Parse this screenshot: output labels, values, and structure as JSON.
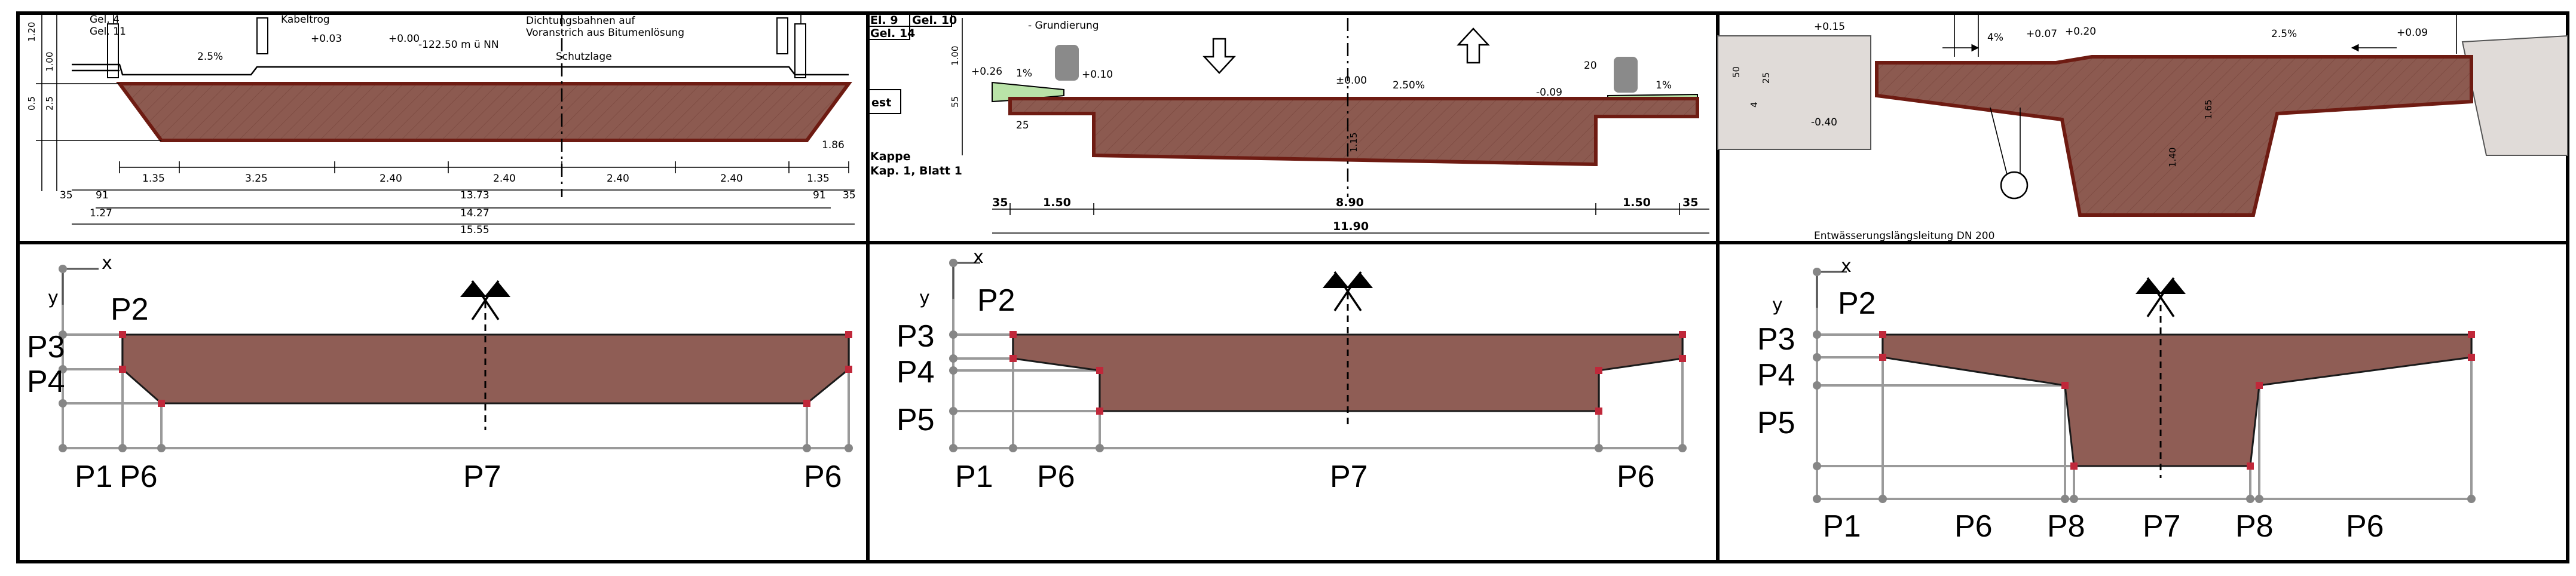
{
  "drawings": {
    "d1": {
      "labels": [
        "Gel. 4",
        "Gel. 11",
        "Kabeltrog",
        "Dichtungsbahnen auf",
        "Voranstrich aus Bitumenlösung",
        "Schutzlage",
        "+0.03",
        "+0.00",
        "-122.50 m ü NN",
        "2.5%",
        "1.20",
        "1.00",
        "0.5",
        "2.5",
        "1.86"
      ],
      "dims": [
        "1.35",
        "3.25",
        "2.40",
        "2.40",
        "2.40",
        "2.40",
        "1.35",
        "35",
        "91",
        "13.73",
        "91",
        "35",
        "1.27",
        "14.27",
        "15.55"
      ]
    },
    "d2": {
      "labels": [
        "El. 9",
        "Gel. 10",
        "Gel. 14",
        "- Grundierung",
        "1.00",
        "+0.26",
        "+0.10",
        "±0.00",
        "2.50%",
        "-0.09",
        "25",
        "55",
        "20",
        "1.15",
        "est",
        "Kappe",
        "Kap. 1, Blatt 1",
        "1%",
        "1%"
      ],
      "dims": [
        "35",
        "1.50",
        "8.90",
        "1.50",
        "35",
        "11.90"
      ]
    },
    "d3": {
      "labels": [
        "+0.15",
        "4%",
        "+0.07",
        "+0.20",
        "2.5%",
        "+0.09",
        "-0.40",
        "50",
        "25",
        "4",
        "Entwässerungslängsleitung DN 200",
        "1.65",
        "1.40"
      ]
    }
  },
  "schematics": [
    {
      "id": "slab",
      "labels": {
        "y": "y",
        "x": "x",
        "p2": "P2",
        "p3": "P3",
        "p4": "P4",
        "b1": "P1",
        "b2": "P6",
        "b3": "P7",
        "b4": "P6"
      }
    },
    {
      "id": "stepped",
      "labels": {
        "y": "y",
        "x": "x",
        "p2": "P2",
        "p3": "P3",
        "p4": "P4",
        "p5": "P5",
        "b1": "P1",
        "b2": "P6",
        "b3": "P7",
        "b4": "P6"
      }
    },
    {
      "id": "tbeam",
      "labels": {
        "y": "y",
        "x": "x",
        "p2": "P2",
        "p3": "P3",
        "p4": "P4",
        "p5": "P5",
        "b1": "P1",
        "b2": "P6",
        "b3": "P8",
        "b4": "P7",
        "b5": "P8",
        "b6": "P6"
      }
    }
  ],
  "colors": {
    "deck_drawing": "#8c5a50",
    "deck_outline": "#6e1b12",
    "deck_schematic": "#8f5d55",
    "vertex_marker": "#c0283a",
    "dimension_grey": "#9a9a9a",
    "kappe_fill": "#b9e3a8"
  },
  "icons": {
    "symmetry_axis": "symmetry-axis-icon",
    "arrow_down": "arrow-down-icon",
    "arrow_up": "arrow-up-icon"
  }
}
